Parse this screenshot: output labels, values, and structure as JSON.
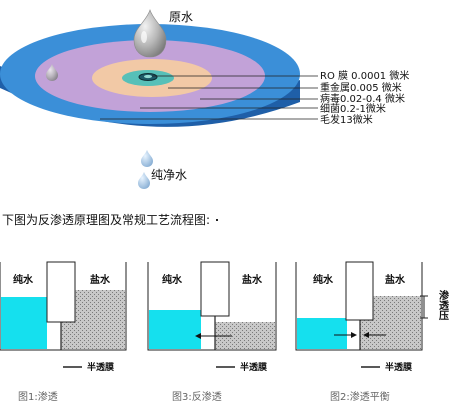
{
  "top_diagram": {
    "source_water_label": "原水",
    "pure_water_label": "纯净水",
    "layers": [
      "RO 膜 0.0001 微米",
      "重金属0.005 微米",
      "病毒0.02-0.4 微米",
      "细菌0.2-1微米",
      "毛发13微米"
    ]
  },
  "intro_text": "下图为反渗透原理图及常规工艺流程图:",
  "panels": [
    {
      "pure_label": "纯水",
      "salt_label": "盐水",
      "membrane_label": "半透膜",
      "caption": "图1:渗透"
    },
    {
      "pure_label": "纯水",
      "salt_label": "盐水",
      "membrane_label": "半透膜",
      "caption": "图3:反渗透"
    },
    {
      "pure_label": "纯水",
      "salt_label": "盐水",
      "membrane_label": "半透膜",
      "caption": "图2:渗透平衡",
      "side_label": "渗透压"
    }
  ],
  "colors": {
    "pure_water": "#15e0ee",
    "salt_water": "#c4c4c4",
    "disc_outer": "#3b8fd8",
    "disc_lilac": "#c2a2d8",
    "disc_peach": "#f2c9a6",
    "disc_teal": "#57c0b8"
  }
}
